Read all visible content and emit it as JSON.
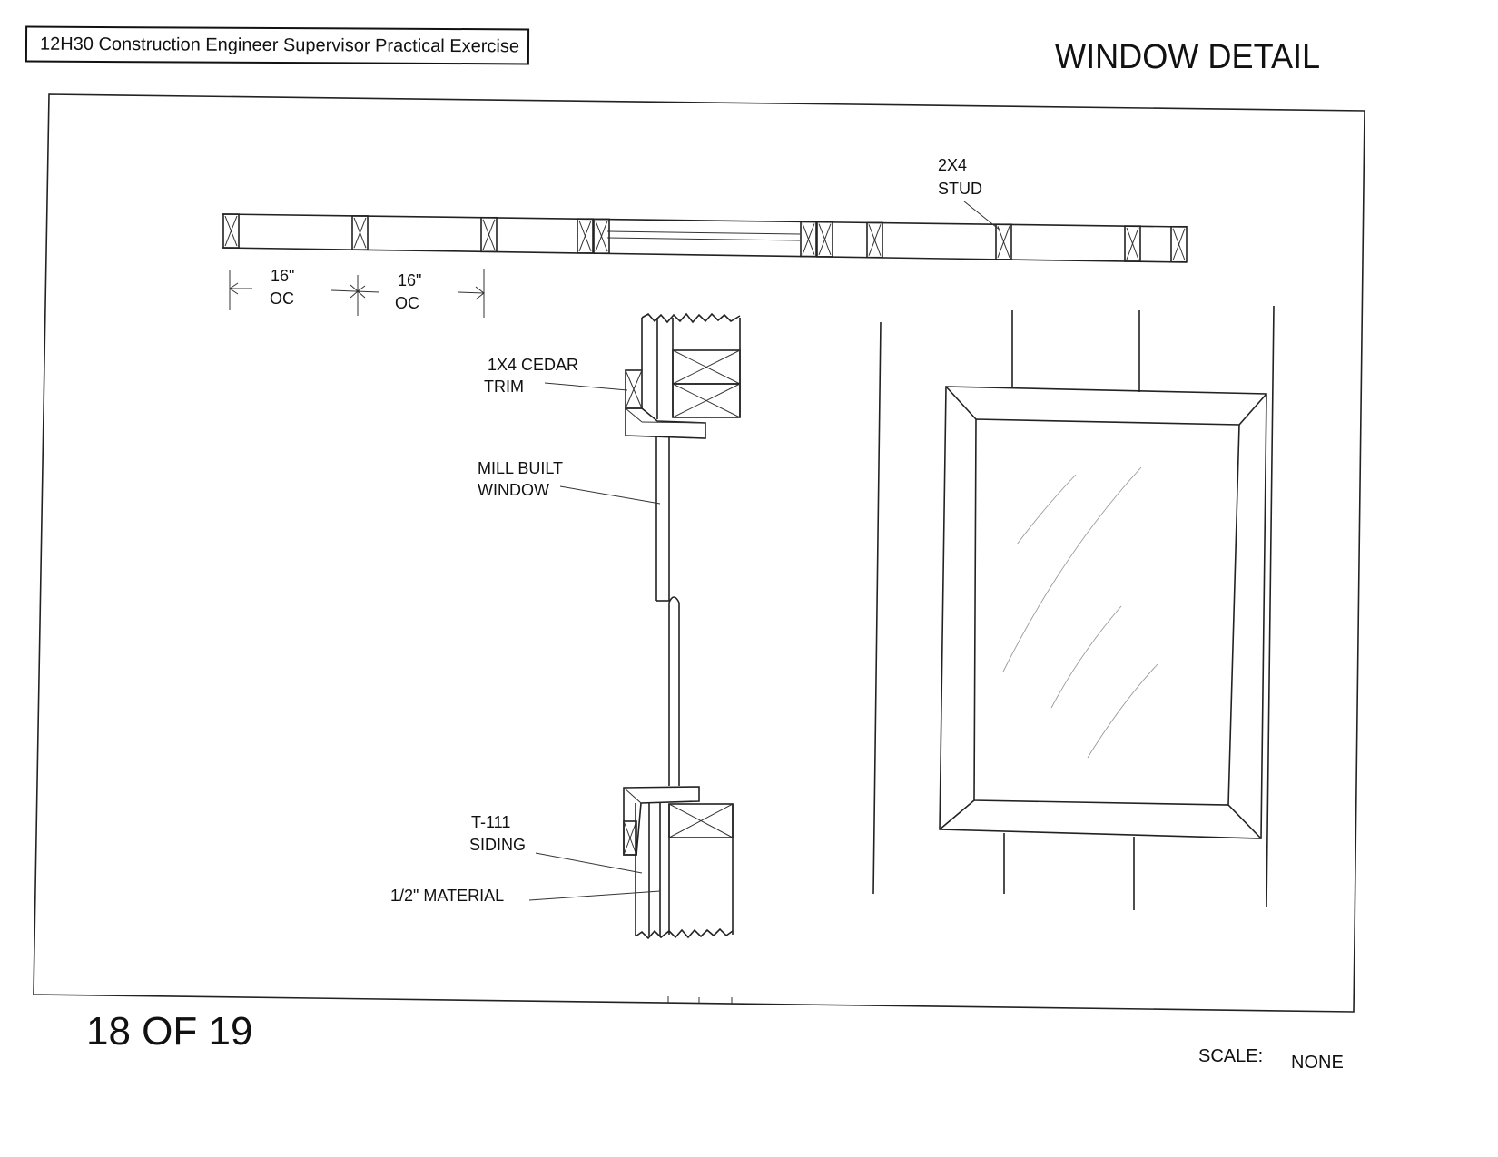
{
  "header": {
    "course_title": "12H30 Construction Engineer Supervisor Practical Exercise",
    "sheet_title": "WINDOW DETAIL"
  },
  "footer": {
    "page_number": "18 OF 19",
    "scale_label": "SCALE:",
    "scale_value": "NONE"
  },
  "plan_view": {
    "stud_label_line1": "2X4",
    "stud_label_line2": "STUD",
    "spacing_1_value": "16\"",
    "spacing_1_unit": "OC",
    "spacing_2_value": "16\"",
    "spacing_2_unit": "OC"
  },
  "section_view": {
    "trim_label_line1": "1X4 CEDAR",
    "trim_label_line2": "TRIM",
    "window_label_line1": "MILL BUILT",
    "window_label_line2": "WINDOW",
    "siding_label_line1": "T-111",
    "siding_label_line2": "SIDING",
    "material_label": "1/2\" MATERIAL"
  }
}
